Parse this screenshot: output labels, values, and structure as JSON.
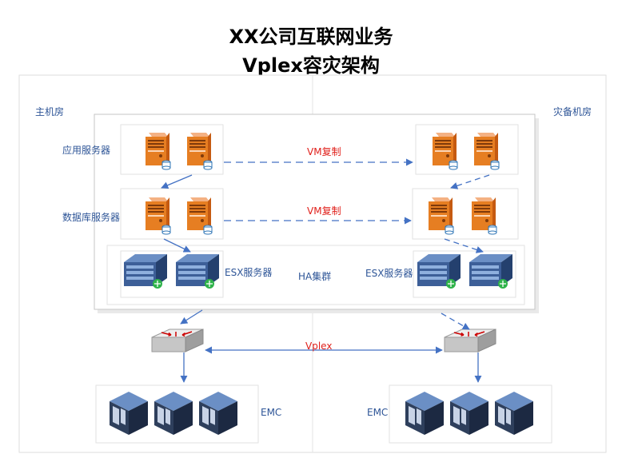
{
  "title": {
    "line1": "XX公司互联网业务",
    "line2": "Vplex容灾架构"
  },
  "sites": {
    "primary": "主机房",
    "dr": "灾备机房"
  },
  "rows": {
    "app": "应用服务器",
    "db": "数据库服务器",
    "esx_left": "ESX服务器",
    "esx_right": "ESX服务器",
    "ha": "HA集群"
  },
  "links": {
    "vm_copy_1": "VM复制",
    "vm_copy_2": "VM复制",
    "vplex": "Vplex"
  },
  "storage": {
    "left": "EMC",
    "right": "EMC"
  }
}
